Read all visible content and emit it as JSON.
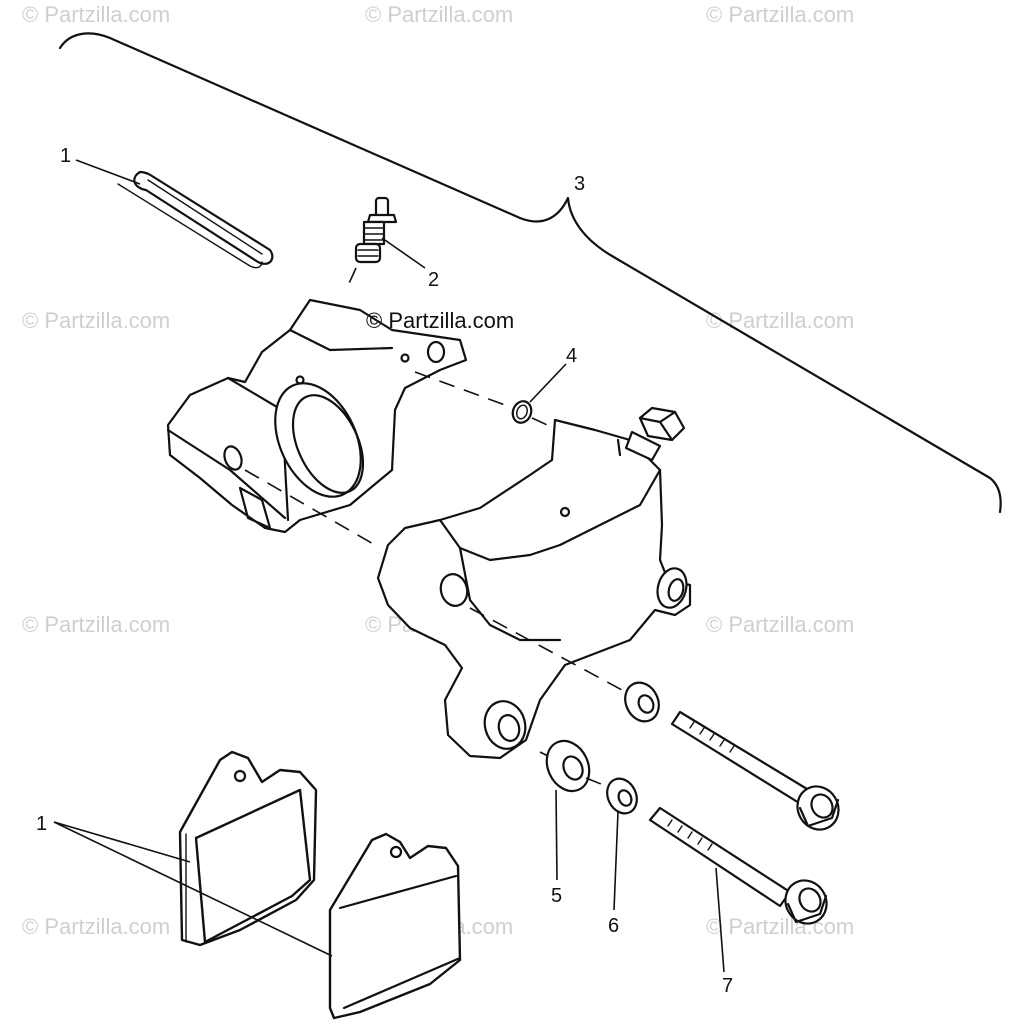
{
  "watermark_text": "© Partzilla.com",
  "center_watermark_text": "© Partzilla.com",
  "callouts": {
    "c1_top": "1",
    "c2": "2",
    "c3": "3",
    "c4": "4",
    "c1_bottom": "1",
    "c5": "5",
    "c6": "6",
    "c7": "7"
  },
  "parts": [
    {
      "callout": "1",
      "name": "brake-pad"
    },
    {
      "callout": "2",
      "name": "bleeder-valve"
    },
    {
      "callout": "3",
      "name": "caliper-assembly"
    },
    {
      "callout": "4",
      "name": "o-ring"
    },
    {
      "callout": "5",
      "name": "washer"
    },
    {
      "callout": "6",
      "name": "washer"
    },
    {
      "callout": "7",
      "name": "bolt"
    }
  ]
}
